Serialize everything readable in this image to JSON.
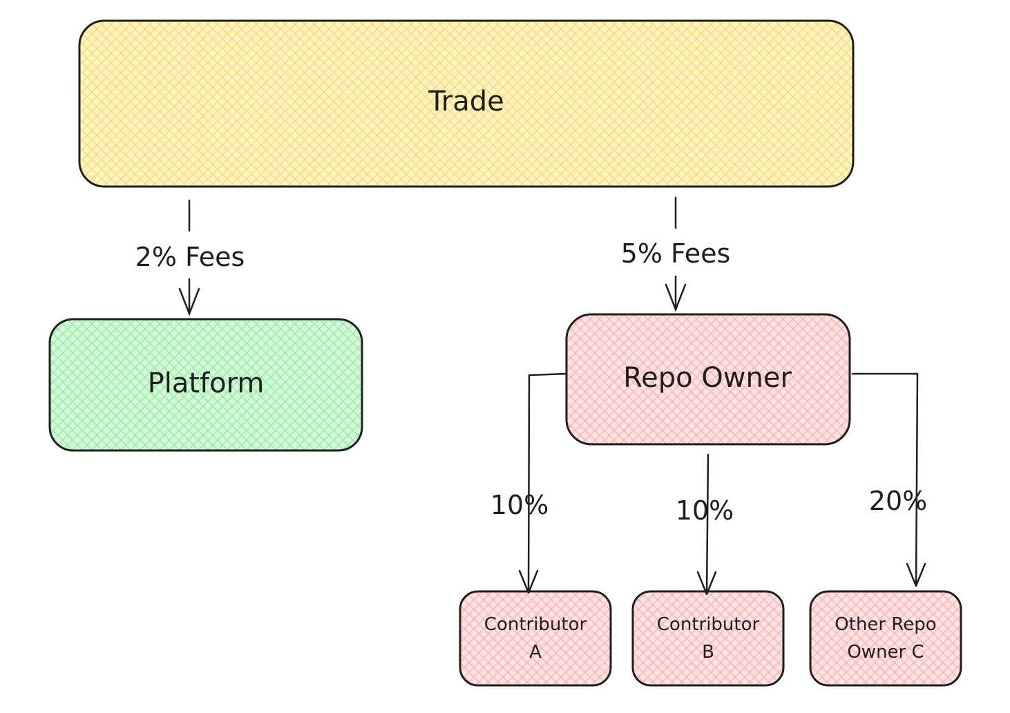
{
  "nodes": {
    "trade": {
      "label": "Trade",
      "fill": "#fff3bf",
      "hatch": "#f5d76e"
    },
    "platform": {
      "label": "Platform",
      "fill": "#d3f9d8",
      "hatch": "#8ce99a"
    },
    "repo_owner": {
      "label": "Repo Owner",
      "fill": "#ffe3e3",
      "hatch": "#ffa8a8"
    },
    "contributor_a": {
      "label_line1": "Contributor",
      "label_line2": "A",
      "fill": "#ffe3e3",
      "hatch": "#ffa8a8"
    },
    "contributor_b": {
      "label_line1": "Contributor",
      "label_line2": "B",
      "fill": "#ffe3e3",
      "hatch": "#ffa8a8"
    },
    "other_owner_c": {
      "label_line1": "Other Repo",
      "label_line2": "Owner C",
      "fill": "#ffe3e3",
      "hatch": "#ffa8a8"
    }
  },
  "edges": {
    "trade_to_platform": "2% Fees",
    "trade_to_repo_owner": "5% Fees",
    "repo_to_contributor_a": "10%",
    "repo_to_contributor_b": "10%",
    "repo_to_other_owner_c": "20%"
  },
  "colors": {
    "stroke": "#1e1e1e",
    "background": "#ffffff"
  }
}
